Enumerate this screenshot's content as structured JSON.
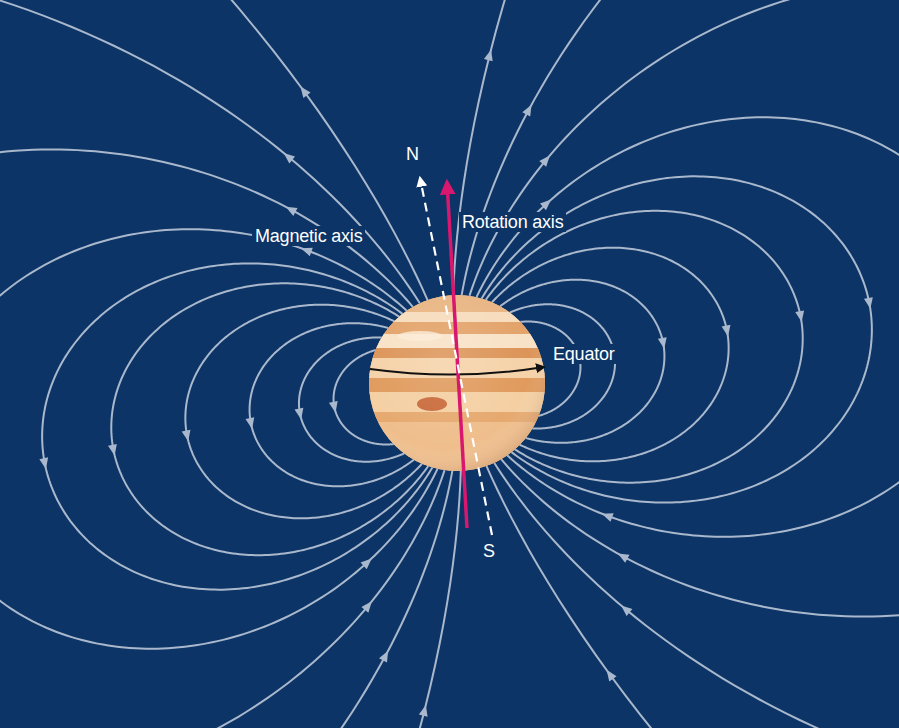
{
  "diagram": {
    "labels": [
      "N",
      "Magnetic axis",
      "Rotation axis",
      "Equator",
      "S"
    ]
  }
}
